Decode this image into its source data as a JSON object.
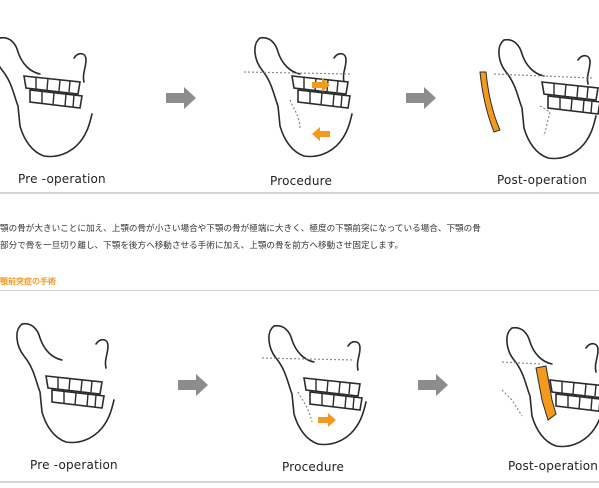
{
  "section1": {
    "labels": {
      "pre": "Pre -operation",
      "procedure": "Procedure",
      "post": "Post-operation"
    },
    "description_line1": "顎の骨が大きいことに加え、上顎の骨が小さい場合や下顎の骨が極端に大きく、極度の下顎前突になっている場合、下顎の骨",
    "description_line2": "部分で骨を一旦切り離し、下顎を後方へ移動させる手術に加え、上顎の骨を前方へ移動させ固定します。"
  },
  "section2": {
    "heading": "顎前突症の手術",
    "labels": {
      "pre": "Pre -operation",
      "procedure": "Procedure",
      "post": "Post-operation"
    }
  },
  "colors": {
    "accent": "#f39a1e",
    "arrow_gray": "#8c8c8c",
    "rule": "#d5d5d5",
    "stroke": "#2b2b2b"
  }
}
